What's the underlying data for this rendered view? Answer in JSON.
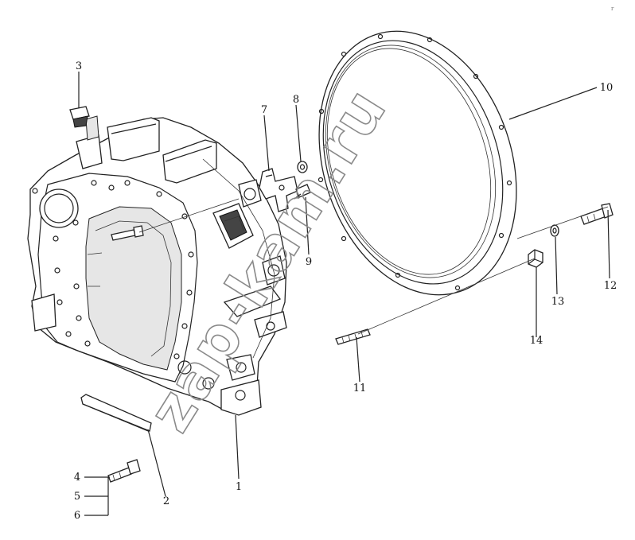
{
  "diagram": {
    "watermark": "zap-kam.ru",
    "corner_mark": "r",
    "callouts": [
      {
        "id": "1",
        "label": "1"
      },
      {
        "id": "2",
        "label": "2"
      },
      {
        "id": "3",
        "label": "3"
      },
      {
        "id": "4",
        "label": "4"
      },
      {
        "id": "5",
        "label": "5"
      },
      {
        "id": "6",
        "label": "6"
      },
      {
        "id": "7",
        "label": "7"
      },
      {
        "id": "8",
        "label": "8"
      },
      {
        "id": "9",
        "label": "9"
      },
      {
        "id": "10",
        "label": "10"
      },
      {
        "id": "11",
        "label": "11"
      },
      {
        "id": "12",
        "label": "12"
      },
      {
        "id": "13",
        "label": "13"
      },
      {
        "id": "14",
        "label": "14"
      }
    ]
  }
}
